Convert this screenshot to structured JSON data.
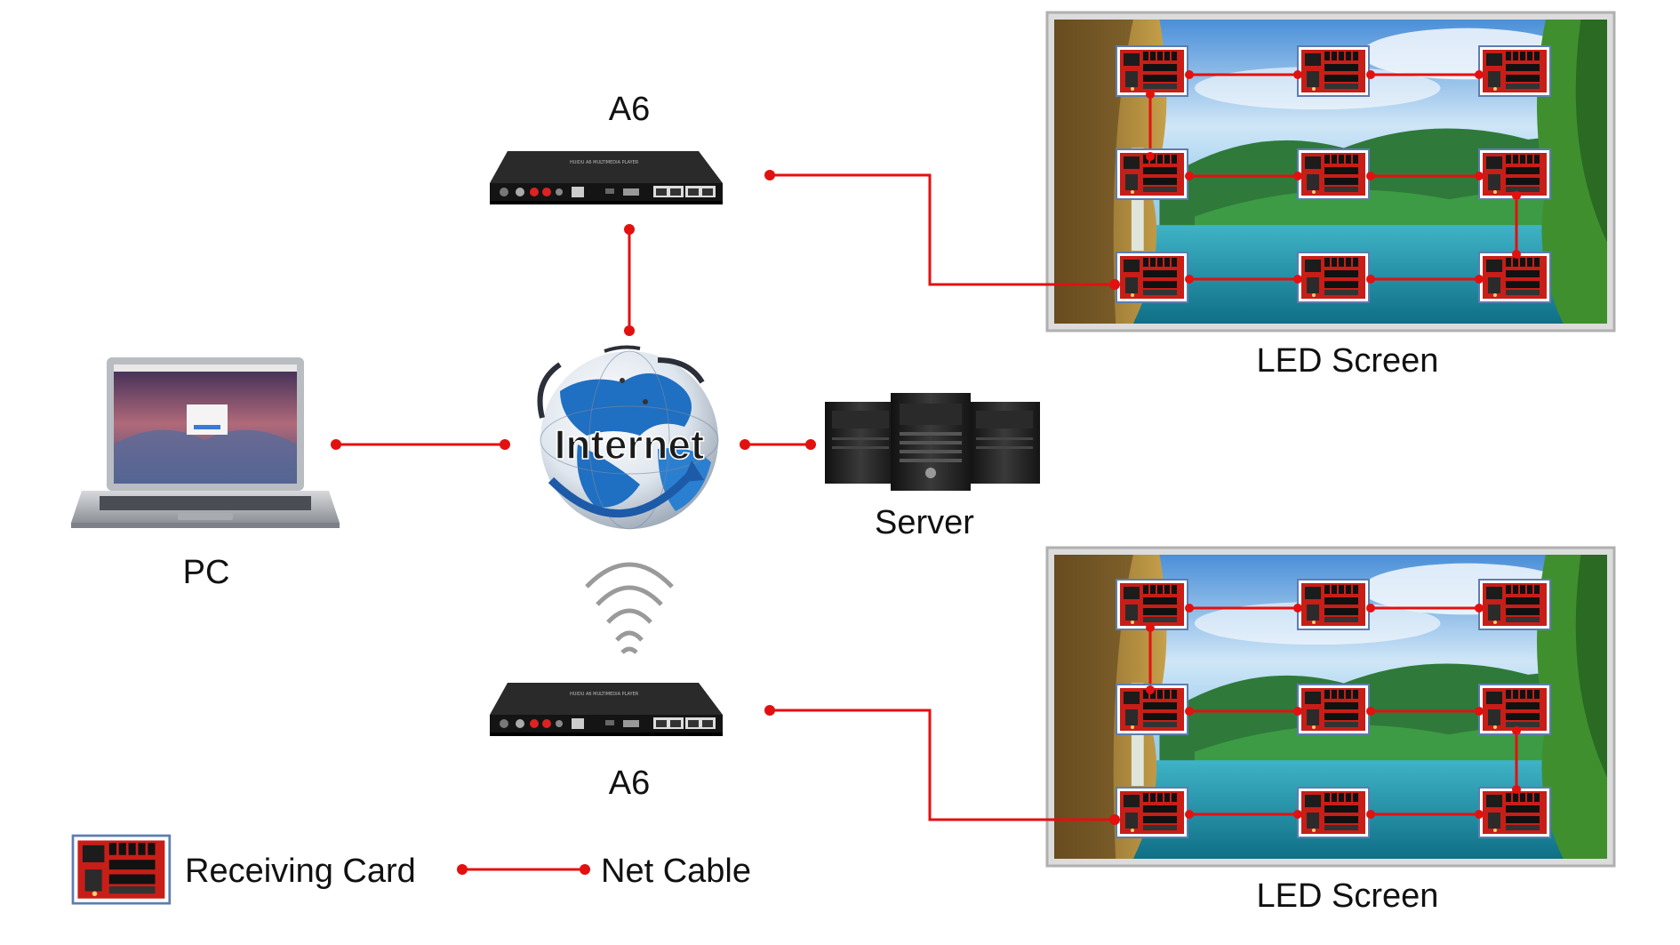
{
  "labels": {
    "device_top": "A6",
    "device_bottom": "A6",
    "screen_top": "LED Screen",
    "screen_bottom": "LED Screen",
    "pc": "PC",
    "server": "Server",
    "internet": "Internet"
  },
  "legend": {
    "receiving_card": "Receiving Card",
    "net_cable": "Net Cable"
  },
  "colors": {
    "cable": "#e31010",
    "background": "#ffffff",
    "device_body": "#1b1b1b",
    "screen_frame": "#c8c8c8",
    "card_red": "#c81e18"
  },
  "icons": {
    "pc": "laptop-icon",
    "server": "server-rack-icon",
    "internet": "globe-icon",
    "wireless": "wifi-signal-icon",
    "controller": "a6-controller-icon",
    "receiving_card": "receiving-card-icon"
  }
}
